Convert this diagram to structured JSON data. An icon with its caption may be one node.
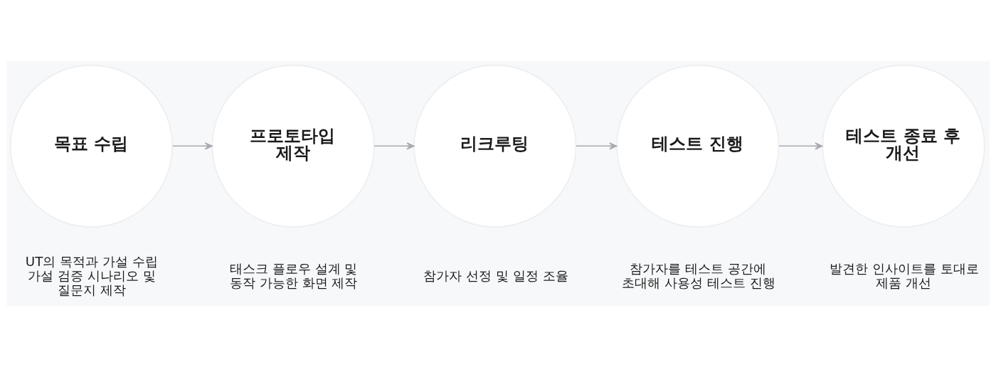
{
  "diagram": {
    "nodes": [
      {
        "text": [
          "목표 수립"
        ],
        "beside": [
          "UT의 목적과 가설 수립 가설 검증 시나리오 및 질문지 제작"
        ]
      },
      {
        "text": [
          "프로토타입 제작"
        ],
        "beside": [
          "태스크 플로우 설계 및 동작 가능한 화면 제작"
        ]
      },
      {
        "text": [
          "리크루팅"
        ],
        "beside": [
          "참가자 선정 및 일정 조율"
        ]
      },
      {
        "text": [
          "테스트 진행"
        ],
        "beside": [
          "참가자를 테스트 공간에 초대해 사용성 테스트 진행"
        ]
      },
      {
        "text": [
          "테스트 종료 후 개선"
        ],
        "beside": [
          "발견한 인사이트를 토대로 제품 개선"
        ]
      }
    ],
    "edges": [
      {
        "from": 0,
        "to": 1,
        "arrow": "to"
      },
      {
        "from": 1,
        "to": 2,
        "arrow": "to"
      },
      {
        "from": 2,
        "to": 3,
        "arrow": "to"
      },
      {
        "from": 3,
        "to": 4,
        "arrow": "to"
      }
    ]
  }
}
